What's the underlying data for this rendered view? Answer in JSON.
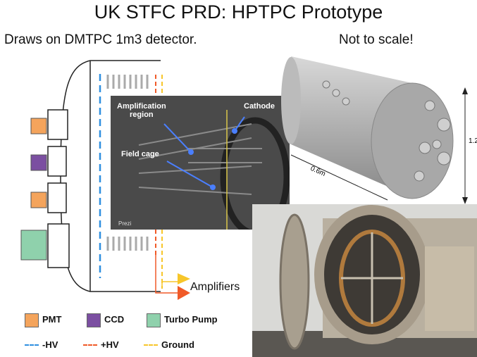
{
  "slide": {
    "title": "UK STFC PRD: HPTPC Prototype",
    "subtitle": "Draws on DMTPC 1m3 detector.",
    "scale_note": "Not to scale!"
  },
  "diagram": {
    "amplifiers_label": "Amplifiers",
    "colors": {
      "pmt": "#f4a45c",
      "ccd": "#7b4fa1",
      "turbo_pump": "#8fd1ac",
      "minus_hv": "#2f8fe0",
      "plus_hv": "#f05a28",
      "ground": "#f7c62a"
    }
  },
  "photo": {
    "amplification_label": "Amplification\nregion",
    "cathode_label": "Cathode",
    "field_cage_label": "Field cage",
    "watermark": "Prezi"
  },
  "render": {
    "length_label": "0.6m",
    "height_label": "1.2"
  },
  "legend": {
    "pmt": "PMT",
    "ccd": "CCD",
    "turbo_pump": "Turbo Pump",
    "minus_hv": "-HV",
    "plus_hv": "+HV",
    "ground": "Ground"
  }
}
